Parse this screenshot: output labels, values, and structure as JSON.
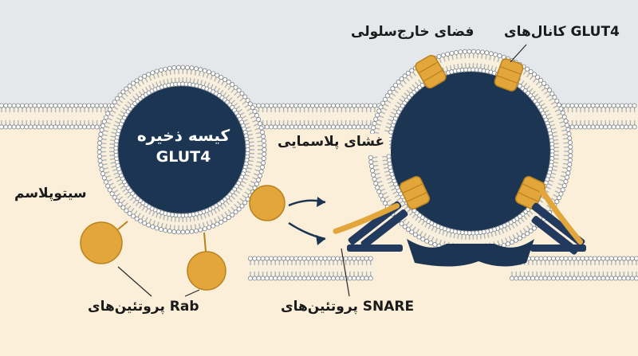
{
  "labels": {
    "vesicle_title": "کیسه ذخیره",
    "vesicle_subtitle": "GLUT4",
    "extracellular": "فضای خارج‌سلولی",
    "glut4_channels": "کانال‌های GLUT4",
    "plasma_membrane": "غشای پلاسمایی",
    "cytoplasm": "سیتوپلاسم",
    "rab_proteins": "پروتئین‌های Rab",
    "snare_proteins": "پروتئین‌های SNARE"
  },
  "colors": {
    "extracellular_bg": "#e5e8ea",
    "cytoplasm_bg": "#fcefd9",
    "membrane_band": "#f8efdc",
    "lipid_head": "#ffffff",
    "lipid_tail": "#b0b4b8",
    "lipid_outline": "#7a8088",
    "vesicle_fill": "#1c3553",
    "protein_orange": "#e2a63a",
    "protein_orange_dark": "#b9821f",
    "snare_navy": "#223a5e",
    "arrow_navy": "#1c3553",
    "leader_line": "#2a2a2a"
  }
}
